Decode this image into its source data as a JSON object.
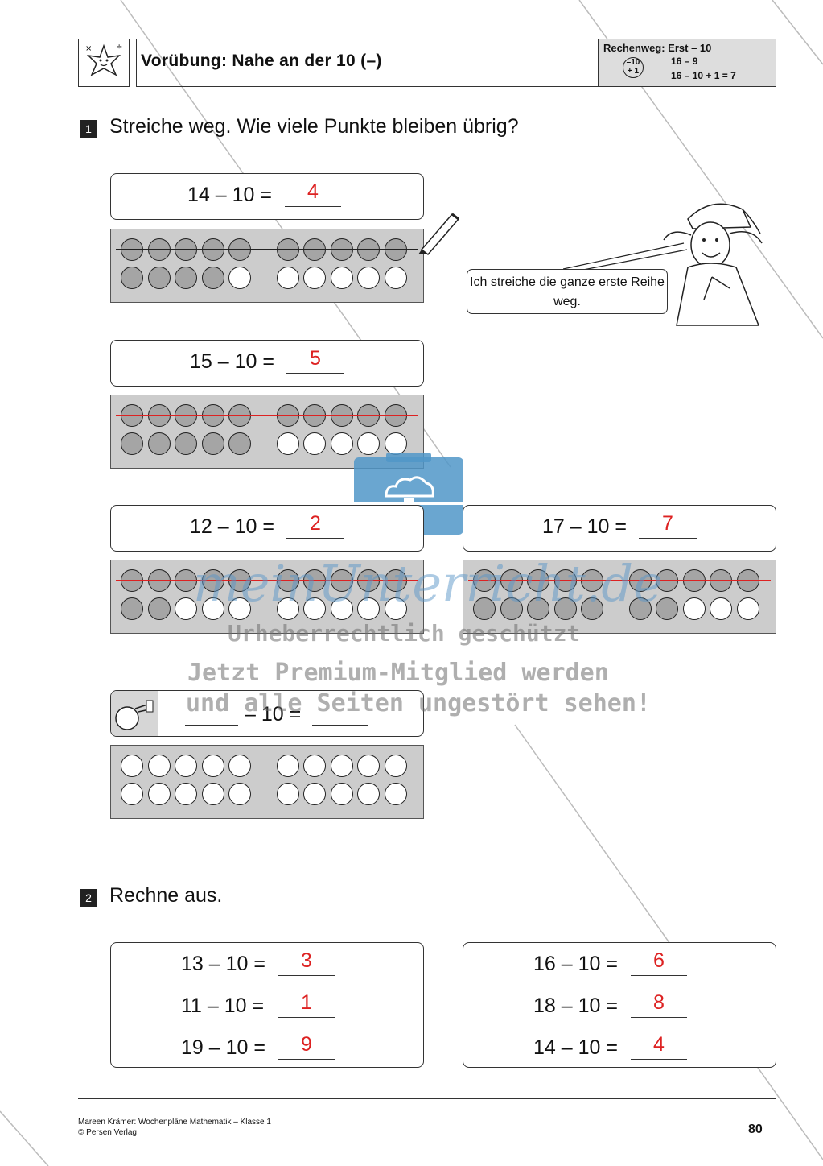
{
  "header": {
    "title": "Vorübung: Nahe an der 10 (–)",
    "method_title": "Rechenweg: Erst – 10",
    "method_badge": "–10\n+ 1",
    "method_line1": "16 – 9",
    "method_line2": "16 – 10 + 1 = 7"
  },
  "task1": {
    "number": "1",
    "instruction": "Streiche weg. Wie viele Punkte bleiben übrig?",
    "exercises": [
      {
        "equation": "14 – 10 =",
        "answer": "4",
        "filled": 14
      },
      {
        "equation": "15 – 10 =",
        "answer": "5",
        "filled": 15
      },
      {
        "equation": "12 – 10 =",
        "answer": "2",
        "filled": 12
      },
      {
        "equation": "17 – 10 =",
        "answer": "7",
        "filled": 17
      },
      {
        "equation": "– 10 =",
        "answer": "",
        "filled": 0
      }
    ],
    "speech_bubble": "Ich streiche die ganze erste Reihe weg."
  },
  "task2": {
    "number": "2",
    "instruction": "Rechne aus.",
    "left": [
      {
        "equation": "13 – 10 =",
        "answer": "3"
      },
      {
        "equation": "11 – 10 =",
        "answer": "1"
      },
      {
        "equation": "19 – 10 =",
        "answer": "9"
      }
    ],
    "right": [
      {
        "equation": "16 – 10 =",
        "answer": "6"
      },
      {
        "equation": "18 – 10 =",
        "answer": "8"
      },
      {
        "equation": "14 – 10 =",
        "answer": "4"
      }
    ]
  },
  "watermark": {
    "brand": "meinUnterricht.de",
    "line1": "Urheberrechtlich geschützt",
    "line2": "Jetzt Premium-Mitglied werden",
    "line3": "und alle Seiten ungestört sehen!"
  },
  "footer": {
    "credit": "Mareen Krämer: Wochenpläne Mathematik – Klasse 1",
    "publisher": "© Persen Verlag",
    "page": "80"
  },
  "colors": {
    "answer": "#dd2222",
    "strike_pencil": "#222222",
    "strike_red": "#dd2222",
    "dot_filled": "#a5a5a5",
    "panel": "#cccccc"
  }
}
